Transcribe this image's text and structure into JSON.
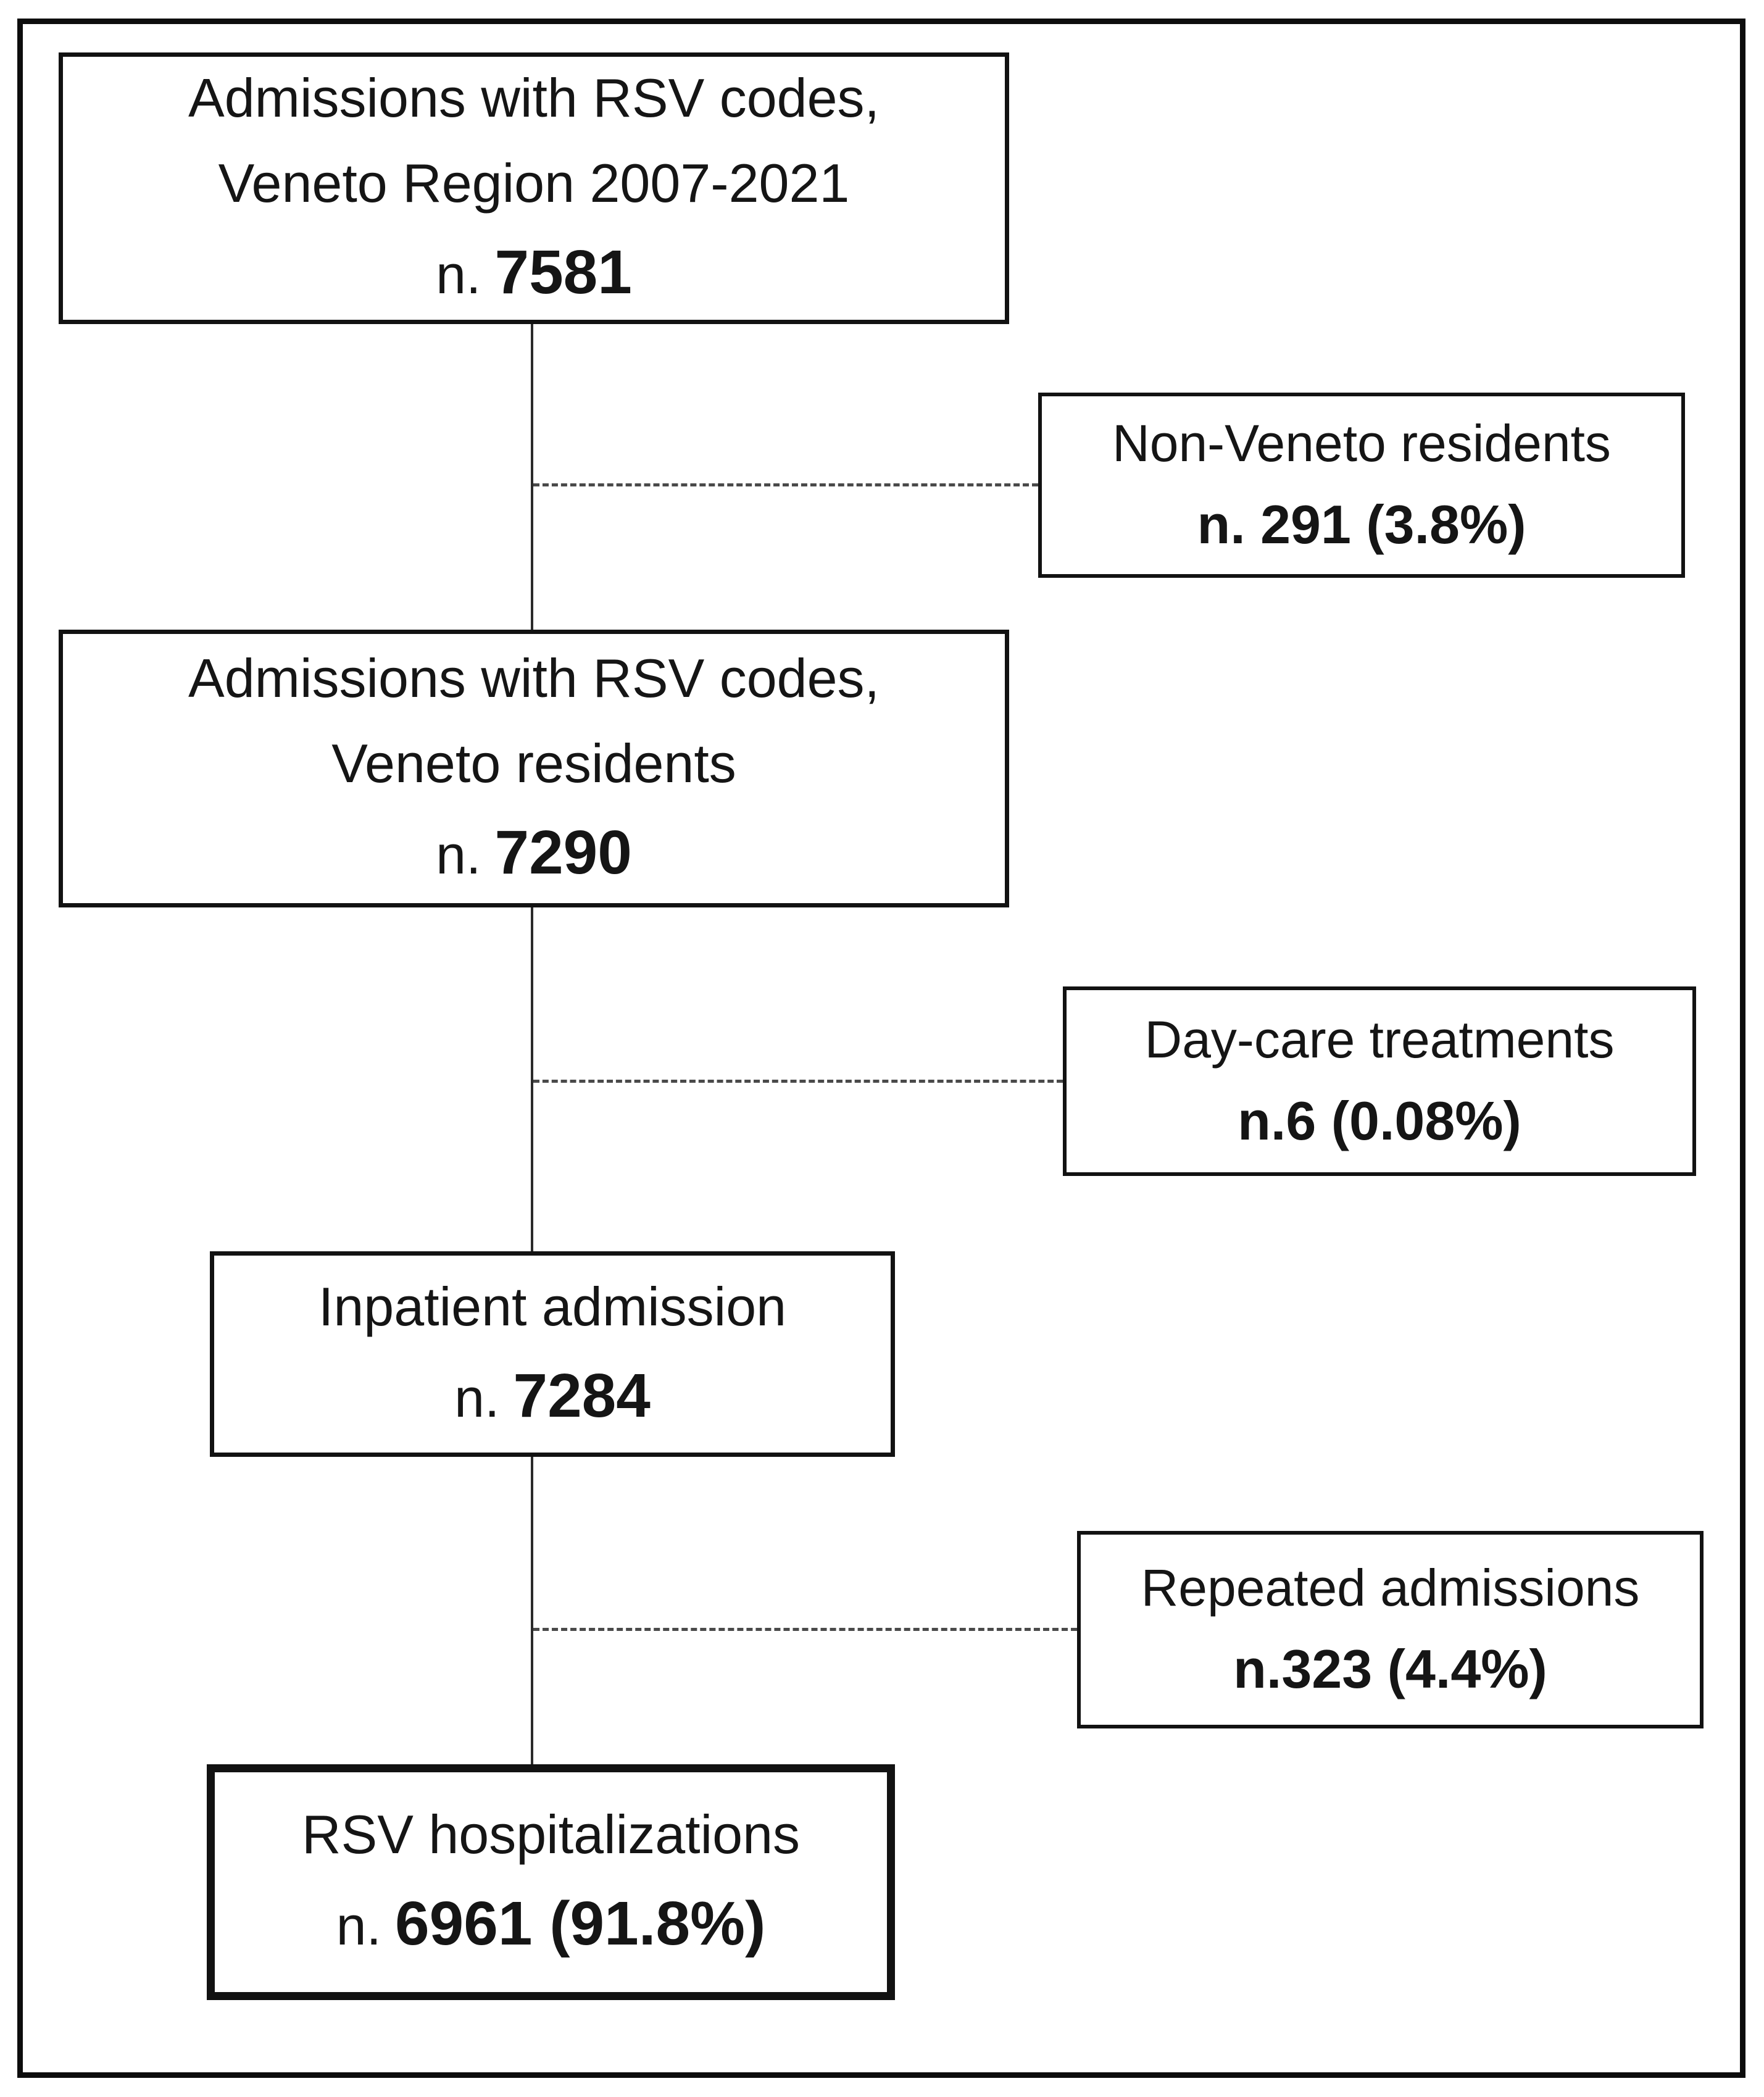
{
  "boxes": {
    "step1": {
      "line1": "Admissions with RSV codes,",
      "line2": "Veneto Region 2007-2021",
      "n_prefix": "n.",
      "n_value": "7581"
    },
    "excl1": {
      "line1": "Non-Veneto residents",
      "n_line": "n. 291 (3.8%)"
    },
    "step2": {
      "line1": "Admissions with RSV codes,",
      "line2": "Veneto residents",
      "n_prefix": "n.",
      "n_value": "7290"
    },
    "excl2": {
      "line1": "Day-care treatments",
      "n_line": "n.6 (0.08%)"
    },
    "step3": {
      "line1": "Inpatient admission",
      "n_prefix": "n.",
      "n_value": "7284"
    },
    "excl3": {
      "line1": "Repeated admissions",
      "n_line": "n.323 (4.4%)"
    },
    "step4": {
      "line1": "RSV hospitalizations",
      "n_prefix": "n.",
      "n_value": "6961 (91.8%)"
    }
  },
  "colors": {
    "border": "#121212",
    "dashed_connector": "#4a4a4a",
    "background": "#ffffff",
    "text": "#151515"
  }
}
